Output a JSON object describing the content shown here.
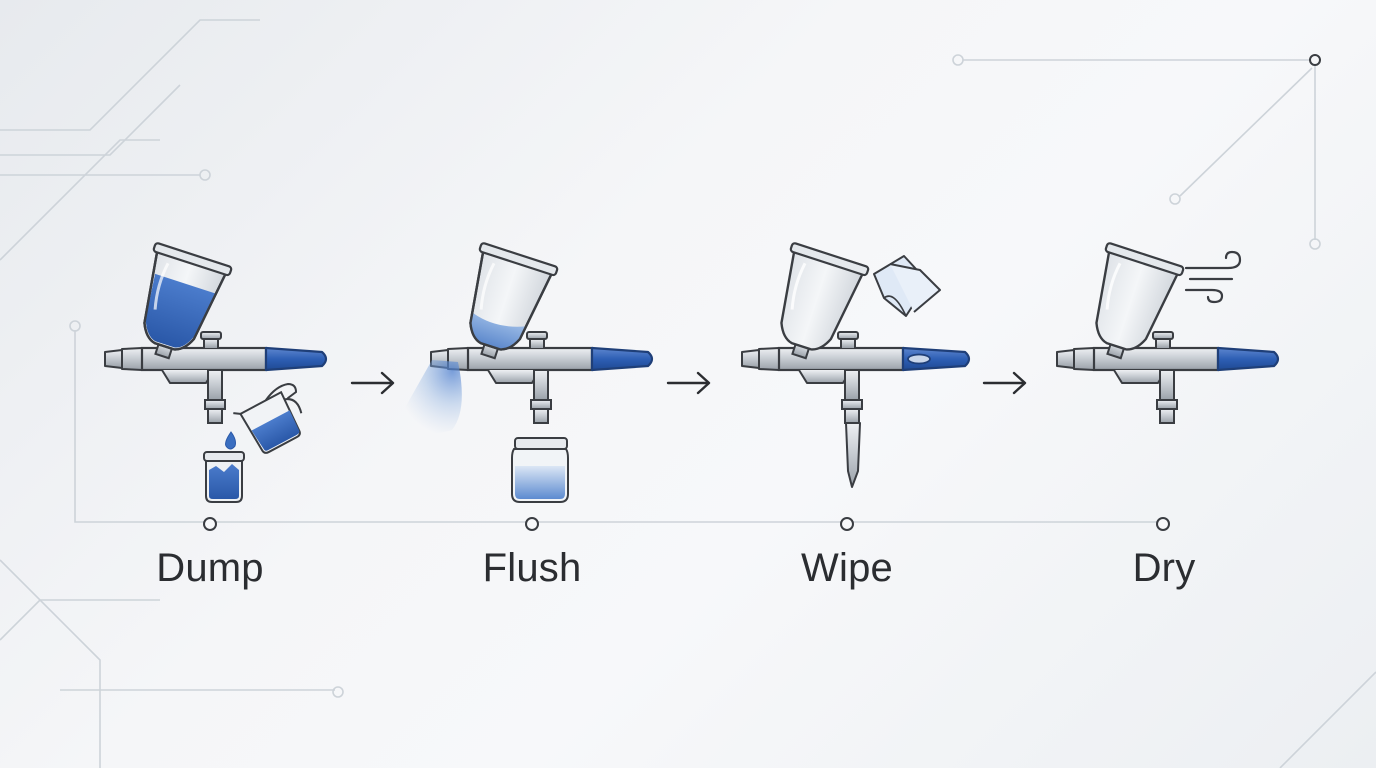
{
  "steps": [
    {
      "label": "Dump"
    },
    {
      "label": "Flush"
    },
    {
      "label": "Wipe"
    },
    {
      "label": "Dry"
    }
  ],
  "colors": {
    "accent": "#2e5fb4",
    "accent_light": "#7ea6dc",
    "metal": "#c3c8ce",
    "outline": "#3a3d42",
    "circuit": "#cdd3d9",
    "text": "#2b2d31"
  },
  "icons": {
    "step1": [
      "airbrush-icon",
      "paint-cup-icon",
      "jar-icon",
      "beaker-icon",
      "paint-drop-icon"
    ],
    "step2": [
      "airbrush-icon",
      "spray-mist-icon",
      "jar-icon"
    ],
    "step3": [
      "airbrush-icon",
      "needle-icon",
      "cloth-icon"
    ],
    "step4": [
      "airbrush-icon",
      "air-flow-icon"
    ]
  }
}
